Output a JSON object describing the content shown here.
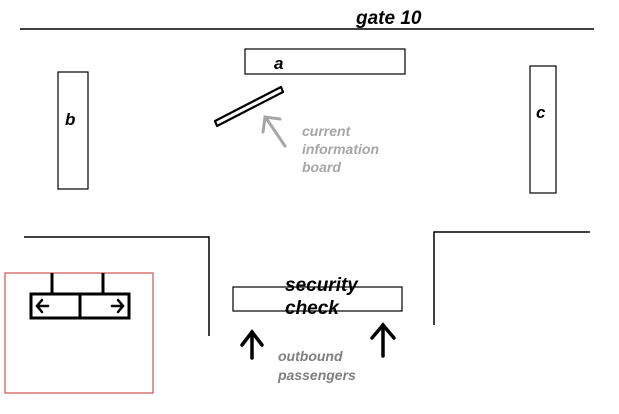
{
  "title": "gate 10",
  "areas": {
    "a": "a",
    "b": "b",
    "c": "c"
  },
  "information_board": {
    "label_lines": [
      "current",
      "information",
      "board"
    ]
  },
  "security_check": {
    "label_lines": [
      "security",
      "check"
    ]
  },
  "passenger_flow": {
    "label_lines": [
      "outbound",
      "passengers"
    ]
  },
  "colors": {
    "lines": "#000000",
    "annotation_gray": "#a6a6a6",
    "passenger_gray": "#7f7f7f",
    "highlight_box": "#d05050"
  }
}
